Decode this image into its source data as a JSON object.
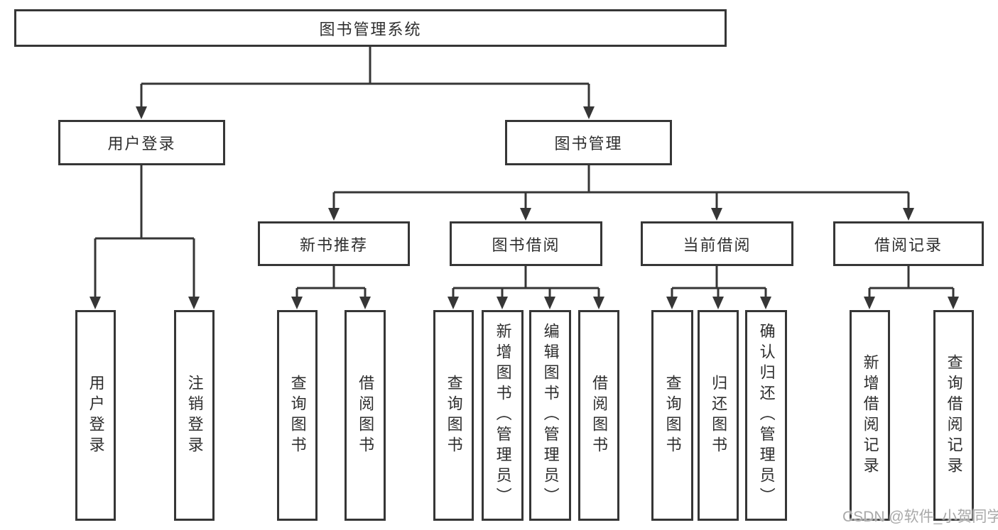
{
  "nodes": {
    "root": "图书管理系统",
    "level2": [
      "用户登录",
      "图书管理"
    ],
    "level3": [
      "新书推荐",
      "图书借阅",
      "当前借阅",
      "借阅记录"
    ],
    "leaves_login": [
      "用户登录",
      "注销登录"
    ],
    "leaves_recommend": [
      "查询图书",
      "借阅图书"
    ],
    "leaves_borrow": [
      "查询图书",
      "新增图书（管理员）",
      "编辑图书（管理员）",
      "借阅图书"
    ],
    "leaves_current": [
      "查询图书",
      "归还图书",
      "确认归还（管理员）"
    ],
    "leaves_records": [
      "新增借阅记录",
      "查询借阅记录"
    ]
  },
  "watermark": "CSDN @软件_小贺同学",
  "colors": {
    "line": "#363636",
    "text": "#2e2e2e",
    "watermark": "#a9a9a9",
    "background": "#ffffff"
  }
}
